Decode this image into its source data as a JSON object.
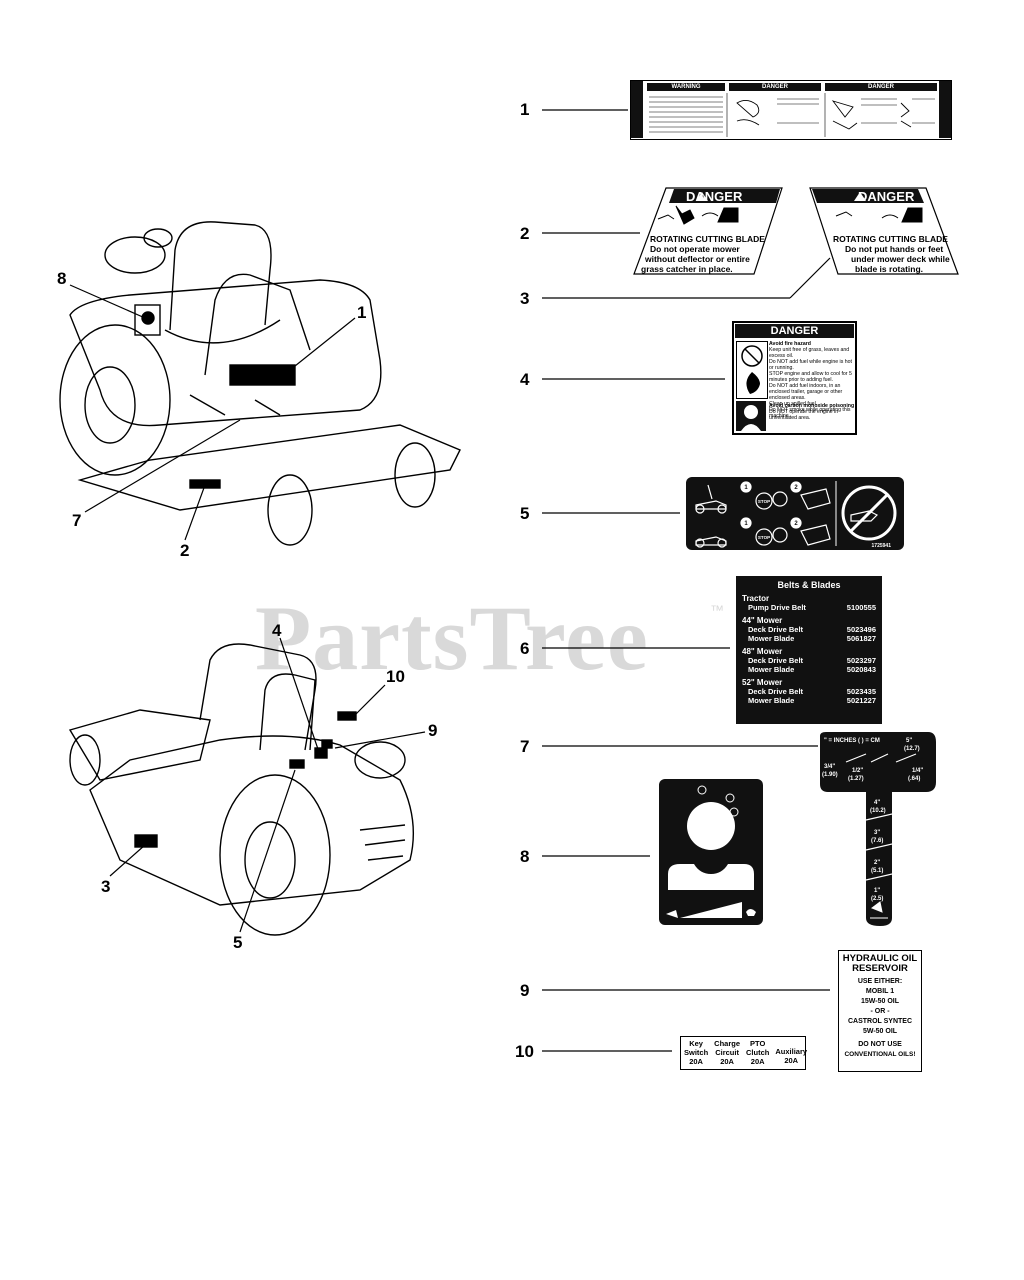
{
  "watermark": {
    "brand": "PartsTree",
    "tm": "™"
  },
  "callouts": {
    "c1": "1",
    "c2": "2",
    "c3": "3",
    "c4": "4",
    "c5": "5",
    "c6": "6",
    "c7": "7",
    "c8": "8",
    "c9": "9",
    "c10": "10"
  },
  "mower_top_callouts": {
    "c8": "8",
    "c1": "1",
    "c7": "7",
    "c2": "2"
  },
  "mower_bottom_callouts": {
    "c4": "4",
    "c10": "10",
    "c9": "9",
    "c3": "3",
    "c5": "5"
  },
  "decal1": {
    "warning": "WARNING",
    "danger_a": "DANGER",
    "danger_b": "DANGER"
  },
  "decal2": {
    "header": "DANGER",
    "line1": "ROTATING CUTTING BLADE",
    "line2": "Do not operate mower",
    "line3": "without deflector or entire",
    "line4": "grass catcher in place."
  },
  "decal3": {
    "header": "DANGER",
    "line1": "ROTATING CUTTING BLADE",
    "line2": "Do not put hands or feet",
    "line3": "under mower deck while",
    "line4": "blade is rotating."
  },
  "decal4": {
    "header": "DANGER",
    "fire_title": "Avoid fire hazard",
    "fire_items": [
      "Keep unit free of grass, leaves and excess oil.",
      "Do NOT add fuel while engine is hot or running.",
      "STOP engine and allow to cool for 5 minutes prior to adding fuel.",
      "Do NOT add fuel indoors, in an enclosed trailer, garage or other enclosed areas.",
      "Clean up spilled fuel.",
      "Do NOT smoke while operating this machine."
    ],
    "co_title": "Avoid carbon monoxide poisoning",
    "co_items": [
      "Do NOT operate the engine in unventilated area."
    ]
  },
  "decal5": {
    "step1": "1",
    "step2": "2",
    "stop": "STOP",
    "part": "1725941"
  },
  "decal6": {
    "title": "Belts & Blades",
    "sections": [
      {
        "name": "Tractor",
        "rows": [
          {
            "item": "Pump Drive Belt",
            "pn": "5100555"
          }
        ]
      },
      {
        "name": "44\" Mower",
        "rows": [
          {
            "item": "Deck Drive Belt",
            "pn": "5023496"
          },
          {
            "item": "Mower Blade",
            "pn": "5061827"
          }
        ]
      },
      {
        "name": "48\" Mower",
        "rows": [
          {
            "item": "Deck Drive Belt",
            "pn": "5023297"
          },
          {
            "item": "Mower Blade",
            "pn": "5020843"
          }
        ]
      },
      {
        "name": "52\" Mower",
        "rows": [
          {
            "item": "Deck Drive Belt",
            "pn": "5023435"
          },
          {
            "item": "Mower Blade",
            "pn": "5021227"
          }
        ]
      }
    ]
  },
  "decal7": {
    "legend": "\" = INCHES ( ) = CM",
    "marks": [
      {
        "in": "5\"",
        "cm": "(12.7)"
      },
      {
        "in": "3/4\"",
        "cm": "(1.90)"
      },
      {
        "in": "1/2\"",
        "cm": "(1.27)"
      },
      {
        "in": "1/4\"",
        "cm": "(.64)"
      },
      {
        "in": "4\"",
        "cm": "(10.2)"
      },
      {
        "in": "3\"",
        "cm": "(7.6)"
      },
      {
        "in": "2\"",
        "cm": "(5.1)"
      },
      {
        "in": "1\"",
        "cm": "(2.5)"
      }
    ]
  },
  "decal9": {
    "lines": [
      "HYDRAULIC OIL",
      "RESERVOIR",
      "USE EITHER:",
      "MOBIL 1",
      "15W-50 OIL",
      "- OR -",
      "CASTROL SYNTEC",
      "5W-50 OIL",
      "DO NOT USE",
      "CONVENTIONAL OILS!"
    ]
  },
  "decal10": {
    "cells": [
      {
        "l1": "Key",
        "l2": "Switch",
        "l3": "20A"
      },
      {
        "l1": "Charge",
        "l2": "Circuit",
        "l3": "20A"
      },
      {
        "l1": "PTO",
        "l2": "Clutch",
        "l3": "20A"
      },
      {
        "l1": "",
        "l2": "Auxiliary",
        "l3": "20A"
      }
    ]
  },
  "colors": {
    "ink": "#000000",
    "watermark": "#d9d9d9",
    "label_dark": "#111111"
  }
}
